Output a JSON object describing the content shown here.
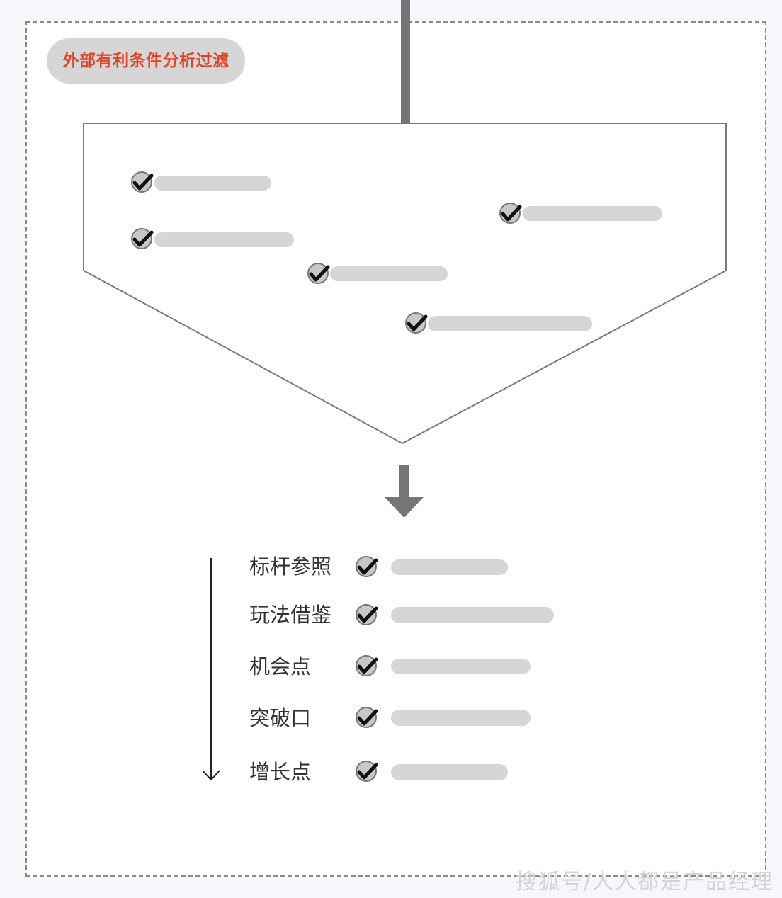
{
  "filter_section": {
    "title": "外部有利条件分析过滤"
  },
  "funnel_checks": [
    {
      "icon": "checkmark-icon",
      "state": "checked"
    },
    {
      "icon": "checkmark-icon",
      "state": "checked"
    },
    {
      "icon": "checkmark-icon",
      "state": "checked"
    },
    {
      "icon": "checkmark-icon",
      "state": "checked"
    },
    {
      "icon": "checkmark-icon",
      "state": "checked"
    }
  ],
  "result_list": {
    "items": [
      {
        "label": "标杆参照",
        "icon": "checkmark-icon"
      },
      {
        "label": "玩法借鉴",
        "icon": "checkmark-icon"
      },
      {
        "label": "机会点",
        "icon": "checkmark-icon"
      },
      {
        "label": "突破口",
        "icon": "checkmark-icon"
      },
      {
        "label": "增长点",
        "icon": "checkmark-icon"
      }
    ]
  },
  "watermark": "搜狐号/人人都是产品经理",
  "colors": {
    "accent_red": "#e0452a",
    "arrow_gray": "#757575",
    "placeholder_gray": "#d6d6d6",
    "outline_gray": "#8a8a8a"
  }
}
